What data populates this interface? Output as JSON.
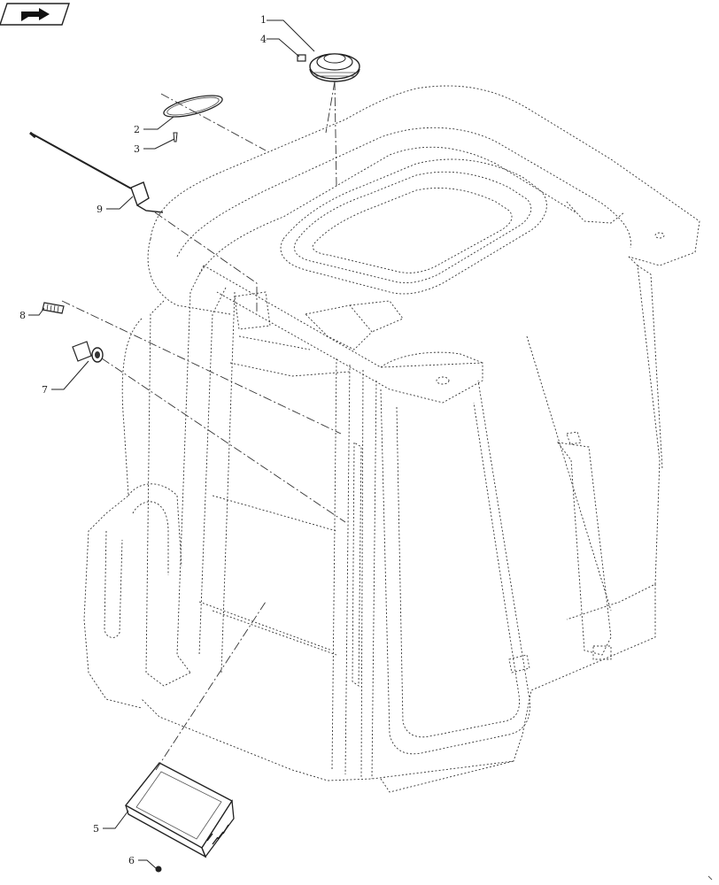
{
  "nav": {
    "icon": "return-arrow-icon"
  },
  "callouts": [
    {
      "id": "1",
      "label": "1"
    },
    {
      "id": "4",
      "label": "4"
    },
    {
      "id": "2",
      "label": "2"
    },
    {
      "id": "3",
      "label": "3"
    },
    {
      "id": "9",
      "label": "9"
    },
    {
      "id": "8",
      "label": "8"
    },
    {
      "id": "7",
      "label": "7"
    },
    {
      "id": "5",
      "label": "5"
    },
    {
      "id": "6",
      "label": "6"
    }
  ],
  "colors": {
    "line": "#333333",
    "background": "#ffffff"
  }
}
